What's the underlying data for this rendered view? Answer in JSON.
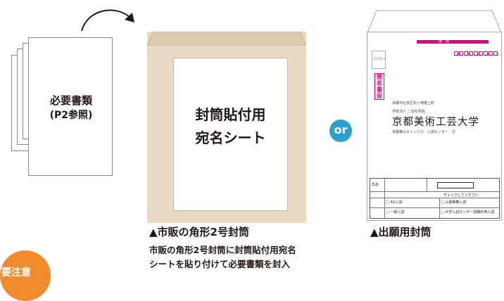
{
  "documents": {
    "label_line1": "必要書類",
    "label_line2": "(P2参照)"
  },
  "envelope_left": {
    "sheet_line1": "封筒貼付用",
    "sheet_line2": "宛名シート",
    "caption_title": "▲市販の角形2号封筒",
    "caption_line1": "市販の角形2号封筒に封筒貼付用宛名",
    "caption_line2": "シートを貼り付けて必要書類を封入"
  },
  "or_label": "or",
  "envelope_right": {
    "caption_title": "▲出願用封筒",
    "band_text": "速　達",
    "stamp_text": "切手貼付",
    "vertical_tag": "簡易書留",
    "address_small": "京都市左京区松ヶ崎橋上町",
    "school_corp": "学校法人 二本松学院",
    "university": "京都美術工芸大学",
    "campus_line": "京都東山キャンパス　入試センター　行",
    "form_row1": "氏名",
    "form_row2": "チェックしてください",
    "form_opt1": "□ AO入試",
    "form_opt2": "□ 公募推薦入試",
    "form_opt3": "□ 一般入試",
    "form_opt4": "□ 大学入試センター試験利用入試"
  },
  "warning_badge": "要注意",
  "colors": {
    "kraft": "#e8dac4",
    "or_badge": "#2ca0cc",
    "warning": "#f08c2c",
    "magenta": "#e4007f"
  }
}
